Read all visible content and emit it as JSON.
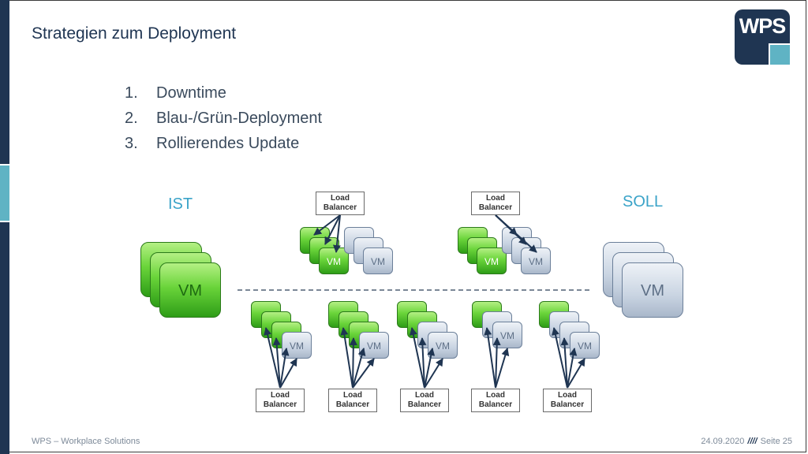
{
  "title": "Strategien zum Deployment",
  "logo": "WPS",
  "list": [
    {
      "num": "1.",
      "text": "Downtime"
    },
    {
      "num": "2.",
      "text": "Blau-/Grün-Deployment"
    },
    {
      "num": "3.",
      "text": "Rollierendes Update"
    }
  ],
  "labels": {
    "ist": "IST",
    "soll": "SOLL"
  },
  "vm_label": "VM",
  "lb_line1": "Load",
  "lb_line2": "Balancer",
  "footer": {
    "left": "WPS – Workplace Solutions",
    "date": "24.09.2020",
    "sep": "////",
    "page": "Seite 25"
  },
  "colors": {
    "navy": "#1f3552",
    "accent": "#5fb3c4",
    "green": "#6ad43a",
    "vm_blue": "#c9d4e2",
    "label": "#3aa3c8"
  }
}
